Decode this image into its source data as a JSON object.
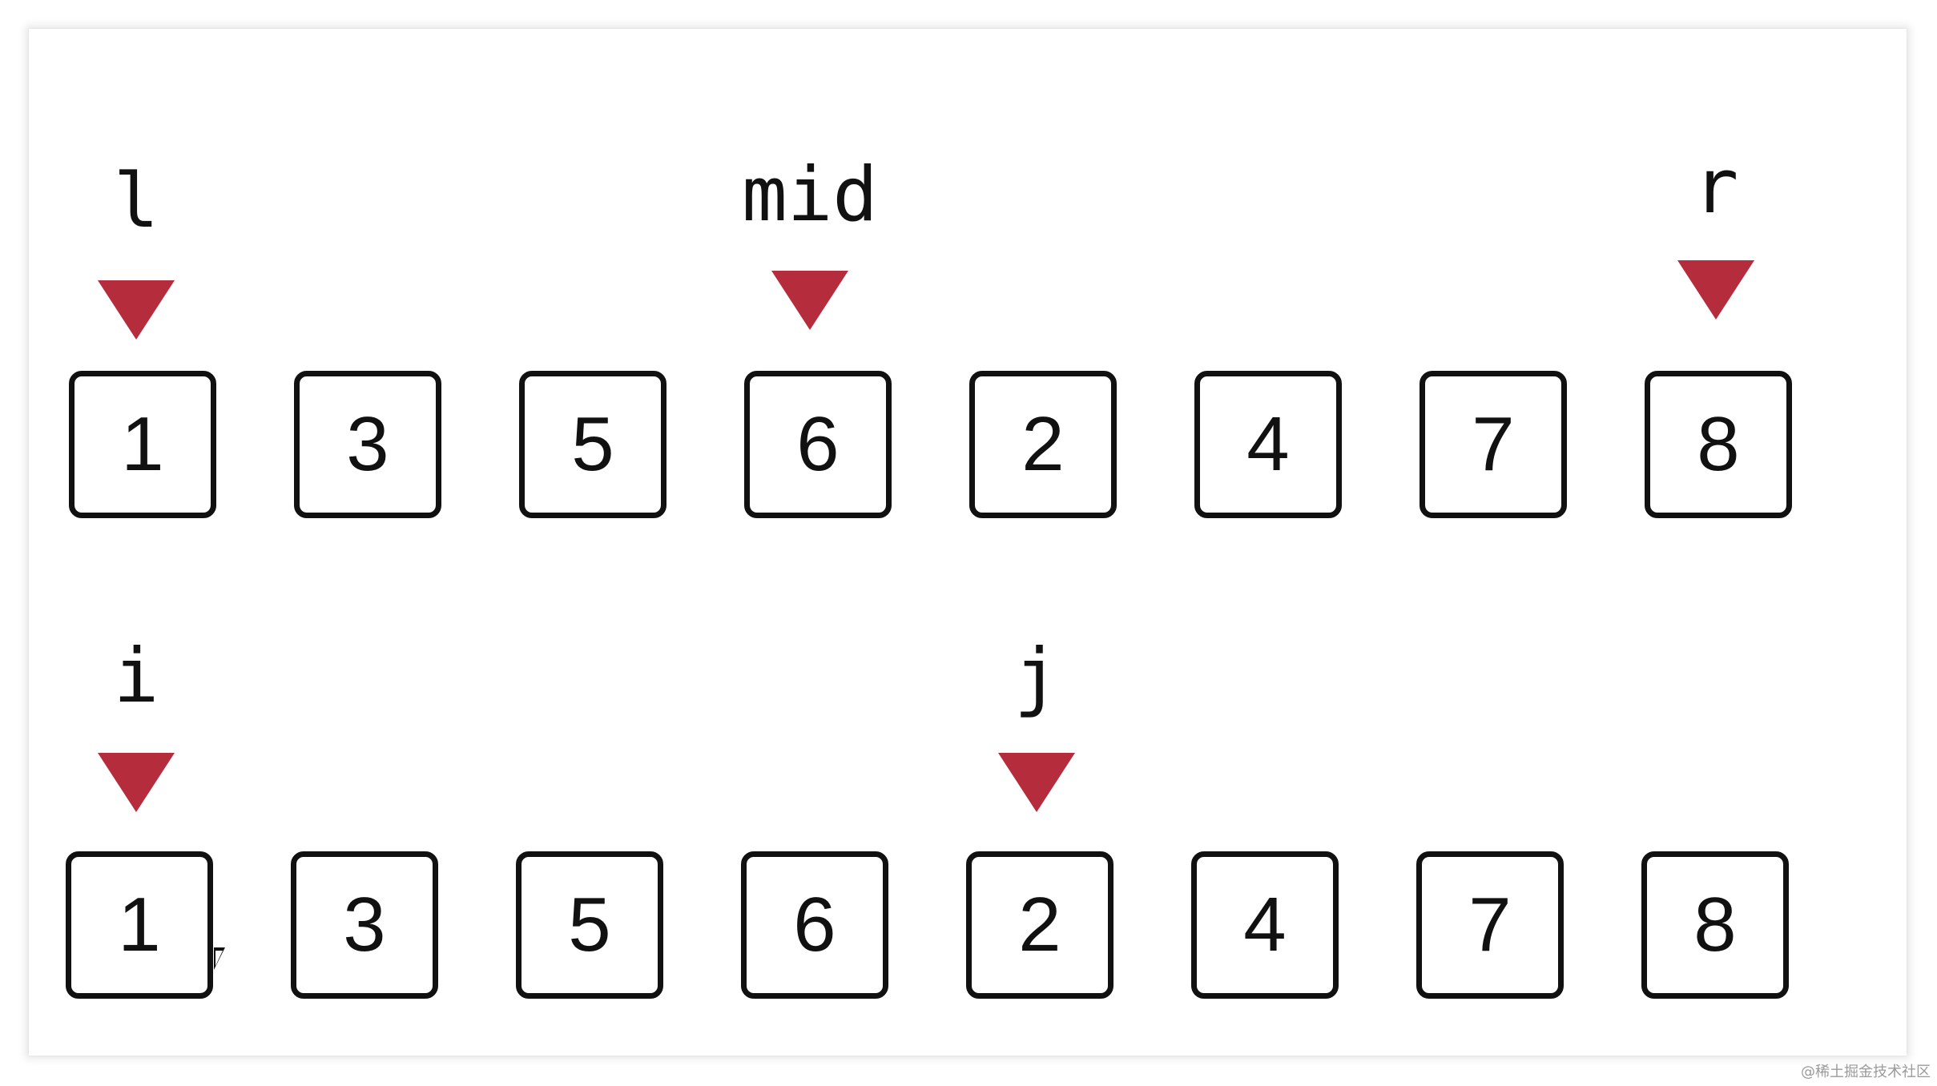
{
  "top_row": {
    "values": [
      "1",
      "3",
      "5",
      "6",
      "2",
      "4",
      "7",
      "8"
    ],
    "pointers": [
      {
        "label": "l",
        "index": 0
      },
      {
        "label": "mid",
        "index": 3
      },
      {
        "label": "r",
        "index": 7
      }
    ]
  },
  "bottom_row": {
    "values": [
      "1",
      "3",
      "5",
      "6",
      "2",
      "4",
      "7",
      "8"
    ],
    "pointers": [
      {
        "label": "i",
        "index": 0
      },
      {
        "label": "j",
        "index": 4
      }
    ]
  },
  "colors": {
    "arrow": "#b52c3c",
    "box_border": "#111111"
  },
  "icons": {
    "pointer_marker": "down-triangle-icon",
    "cursor": "mouse-cursor-icon"
  },
  "watermark": "@稀土掘金技术社区"
}
